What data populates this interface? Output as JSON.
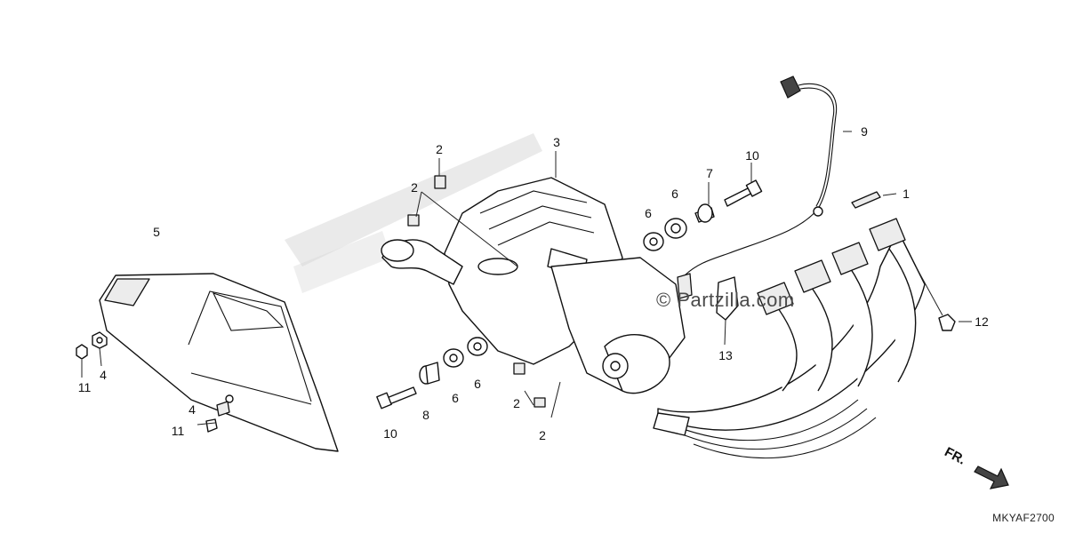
{
  "callouts": {
    "c1": "1",
    "c2a": "2",
    "c2b": "2",
    "c2c": "2",
    "c2d": "2",
    "c3": "3",
    "c4a": "4",
    "c4b": "4",
    "c5": "5",
    "c6a": "6",
    "c6b": "6",
    "c6c": "6",
    "c6d": "6",
    "c7": "7",
    "c8": "8",
    "c9": "9",
    "c10a": "10",
    "c10b": "10",
    "c11a": "11",
    "c11b": "11",
    "c12": "12",
    "c13": "13"
  },
  "watermark": "© Partzilla.com",
  "direction_label": "FR.",
  "diagram_code": "MKYAF2700"
}
